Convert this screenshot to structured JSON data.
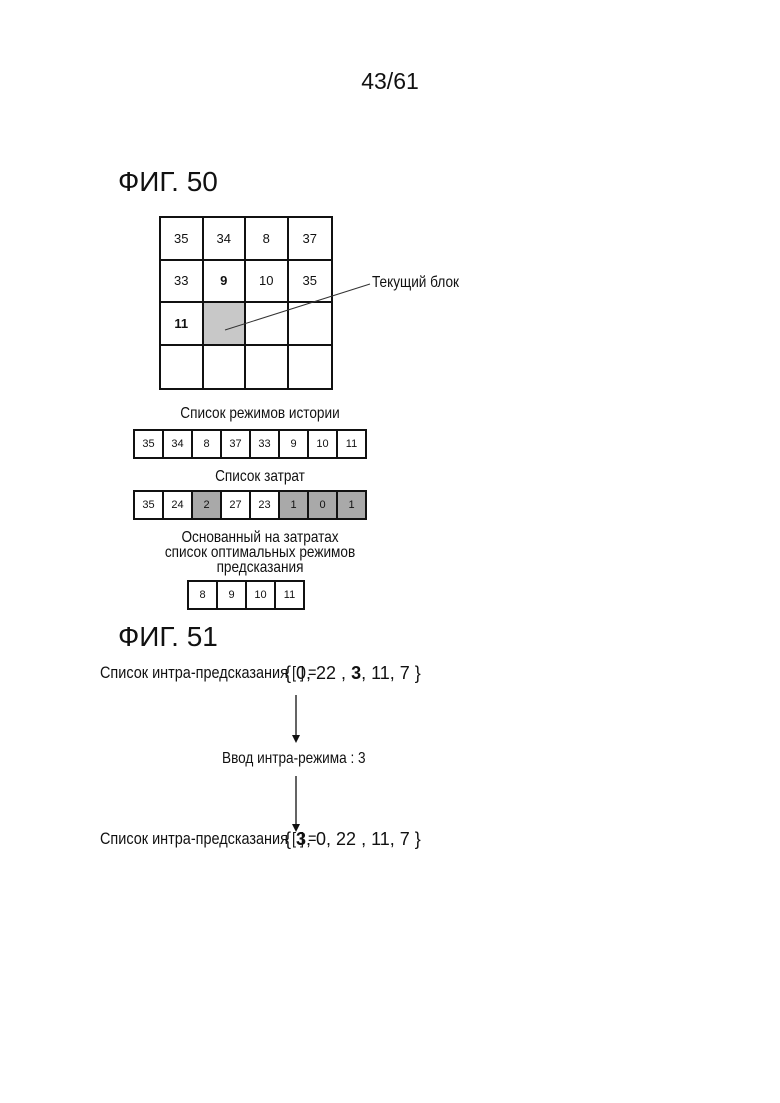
{
  "page_number": "43/61",
  "fig50": {
    "title": "ФИГ. 50",
    "grid": [
      [
        {
          "v": "35"
        },
        {
          "v": "34"
        },
        {
          "v": "8"
        },
        {
          "v": "37"
        }
      ],
      [
        {
          "v": "33"
        },
        {
          "v": "9",
          "bold": true
        },
        {
          "v": "10"
        },
        {
          "v": "35"
        }
      ],
      [
        {
          "v": "11",
          "bold": true
        },
        {
          "v": "",
          "current": true
        },
        {
          "v": ""
        },
        {
          "v": ""
        }
      ],
      [
        {
          "v": ""
        },
        {
          "v": ""
        },
        {
          "v": ""
        },
        {
          "v": ""
        }
      ]
    ],
    "current_block_label": "Текущий блок",
    "history_caption": "Список режимов истории",
    "history_list": [
      "35",
      "34",
      "8",
      "37",
      "33",
      "9",
      "10",
      "11"
    ],
    "cost_caption": "Список затрат",
    "cost_list": [
      "35",
      "24",
      "2",
      "27",
      "23",
      "1",
      "0",
      "1"
    ],
    "cost_shaded": [
      false,
      false,
      true,
      false,
      false,
      true,
      true,
      true
    ],
    "optimal_caption_lines": [
      "Основанный на затратах",
      "список оптимальных режимов",
      "предсказания"
    ],
    "optimal_list": [
      "8",
      "9",
      "10",
      "11"
    ]
  },
  "fig51": {
    "title": "ФИГ. 51",
    "list_label": "Список интра-предсказания [ ] = ",
    "before": {
      "pre": "{ 0, 22 , ",
      "bold": "3",
      "post": ", 11, 7 }"
    },
    "input_mode": "Ввод интра-режима : 3",
    "after": {
      "pre": "{ ",
      "bold": "3",
      "post": ", 0, 22 , 11, 7 }"
    }
  }
}
